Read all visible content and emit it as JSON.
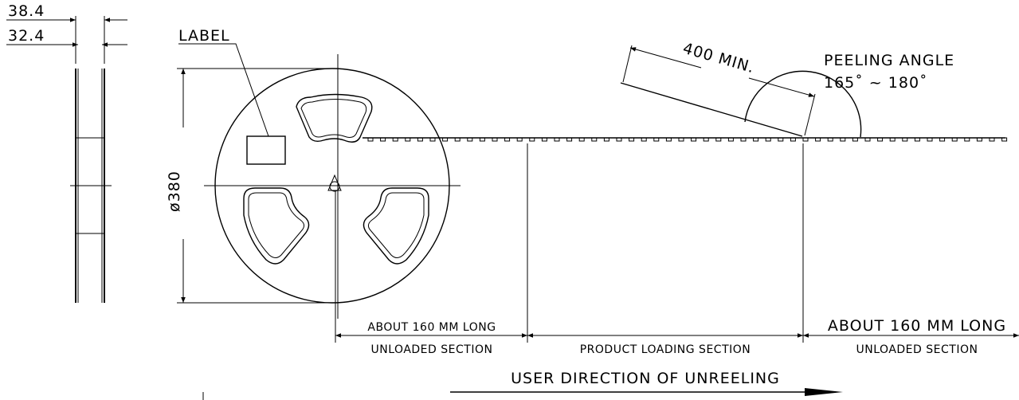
{
  "side_view": {
    "dim_outer": "38.4",
    "dim_inner": "32.4"
  },
  "reel": {
    "label_text": "LABEL",
    "diameter_text": "ø380"
  },
  "peel": {
    "length_text": "400 MIN.",
    "angle_title": "PEELING ANGLE",
    "angle_range": "165˚ ~ 180˚"
  },
  "sections": {
    "left_top": "ABOUT 160 MM LONG",
    "left_bottom": "UNLOADED SECTION",
    "middle": "PRODUCT LOADING SECTION",
    "right_top": "ABOUT 160 MM LONG",
    "right_bottom": "UNLOADED SECTION"
  },
  "direction_text": "USER DIRECTION OF UNREELING"
}
